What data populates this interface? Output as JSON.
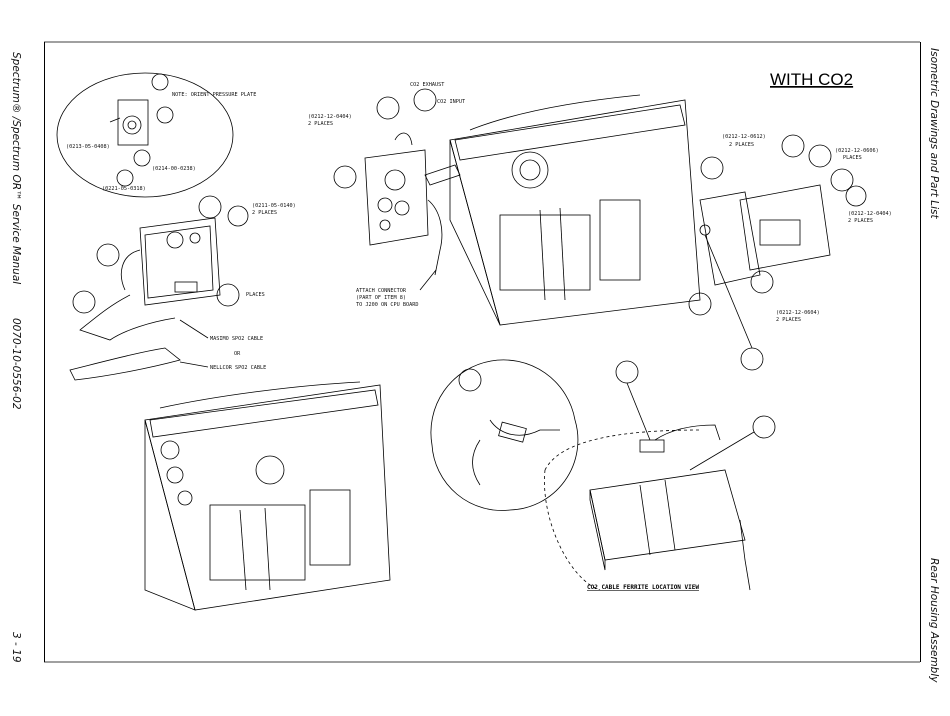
{
  "left_margin": {
    "manual_title": "Spectrum® /Spectrum OR™ Service Manual",
    "part_number": "0070-10-0556-02",
    "page_number": "3 - 19"
  },
  "right_margin": {
    "section_top": "Isometric Drawings and Part List",
    "section_bottom": "Rear Housing Assembly"
  },
  "drawing": {
    "title": "WITH CO2",
    "callouts": {
      "detail_a": "(0212-12-0404) 2 PLACE",
      "detail_b": "(0213-05-0408)",
      "detail_c": "(0214-00-0238)",
      "detail_d": "(0221-05-0318)",
      "detail_note": "NOTE: ORIENT PRESSURE PLATE",
      "co2_exhaust": "CO2 EXHAUST",
      "co2_input": "CO2 INPUT",
      "screw_1": "(0212-12-0404)",
      "screw_1_places": "2 PLACES",
      "screw_2": "(0212-12-0612)",
      "screw_2_places": "2 PLACES",
      "screw_3": "(0212-12-0606)",
      "screw_3_places": "PLACES",
      "screw_4": "(0212-12-0404)",
      "screw_4_places": "2 PLACES",
      "screw_5": "(0212-12-0604)",
      "screw_5_places": "2 PLACES",
      "screw_6": "(0211-05-0140)",
      "screw_6_places": "2 PLACES",
      "places": "PLACES",
      "connector_1": "ATTACH CONNECTOR",
      "connector_2": "(PART OF ITEM 8)",
      "connector_3": "TO J200 ON CPU BOARD",
      "masimo_cable": "MASIMO SPO2 CABLE",
      "or_text": "OR",
      "nellcor_cable": "NELLCOR SPO2 CABLE",
      "ferrite_caption": "CO2 CABLE FERRITE LOCATION VIEW"
    }
  }
}
